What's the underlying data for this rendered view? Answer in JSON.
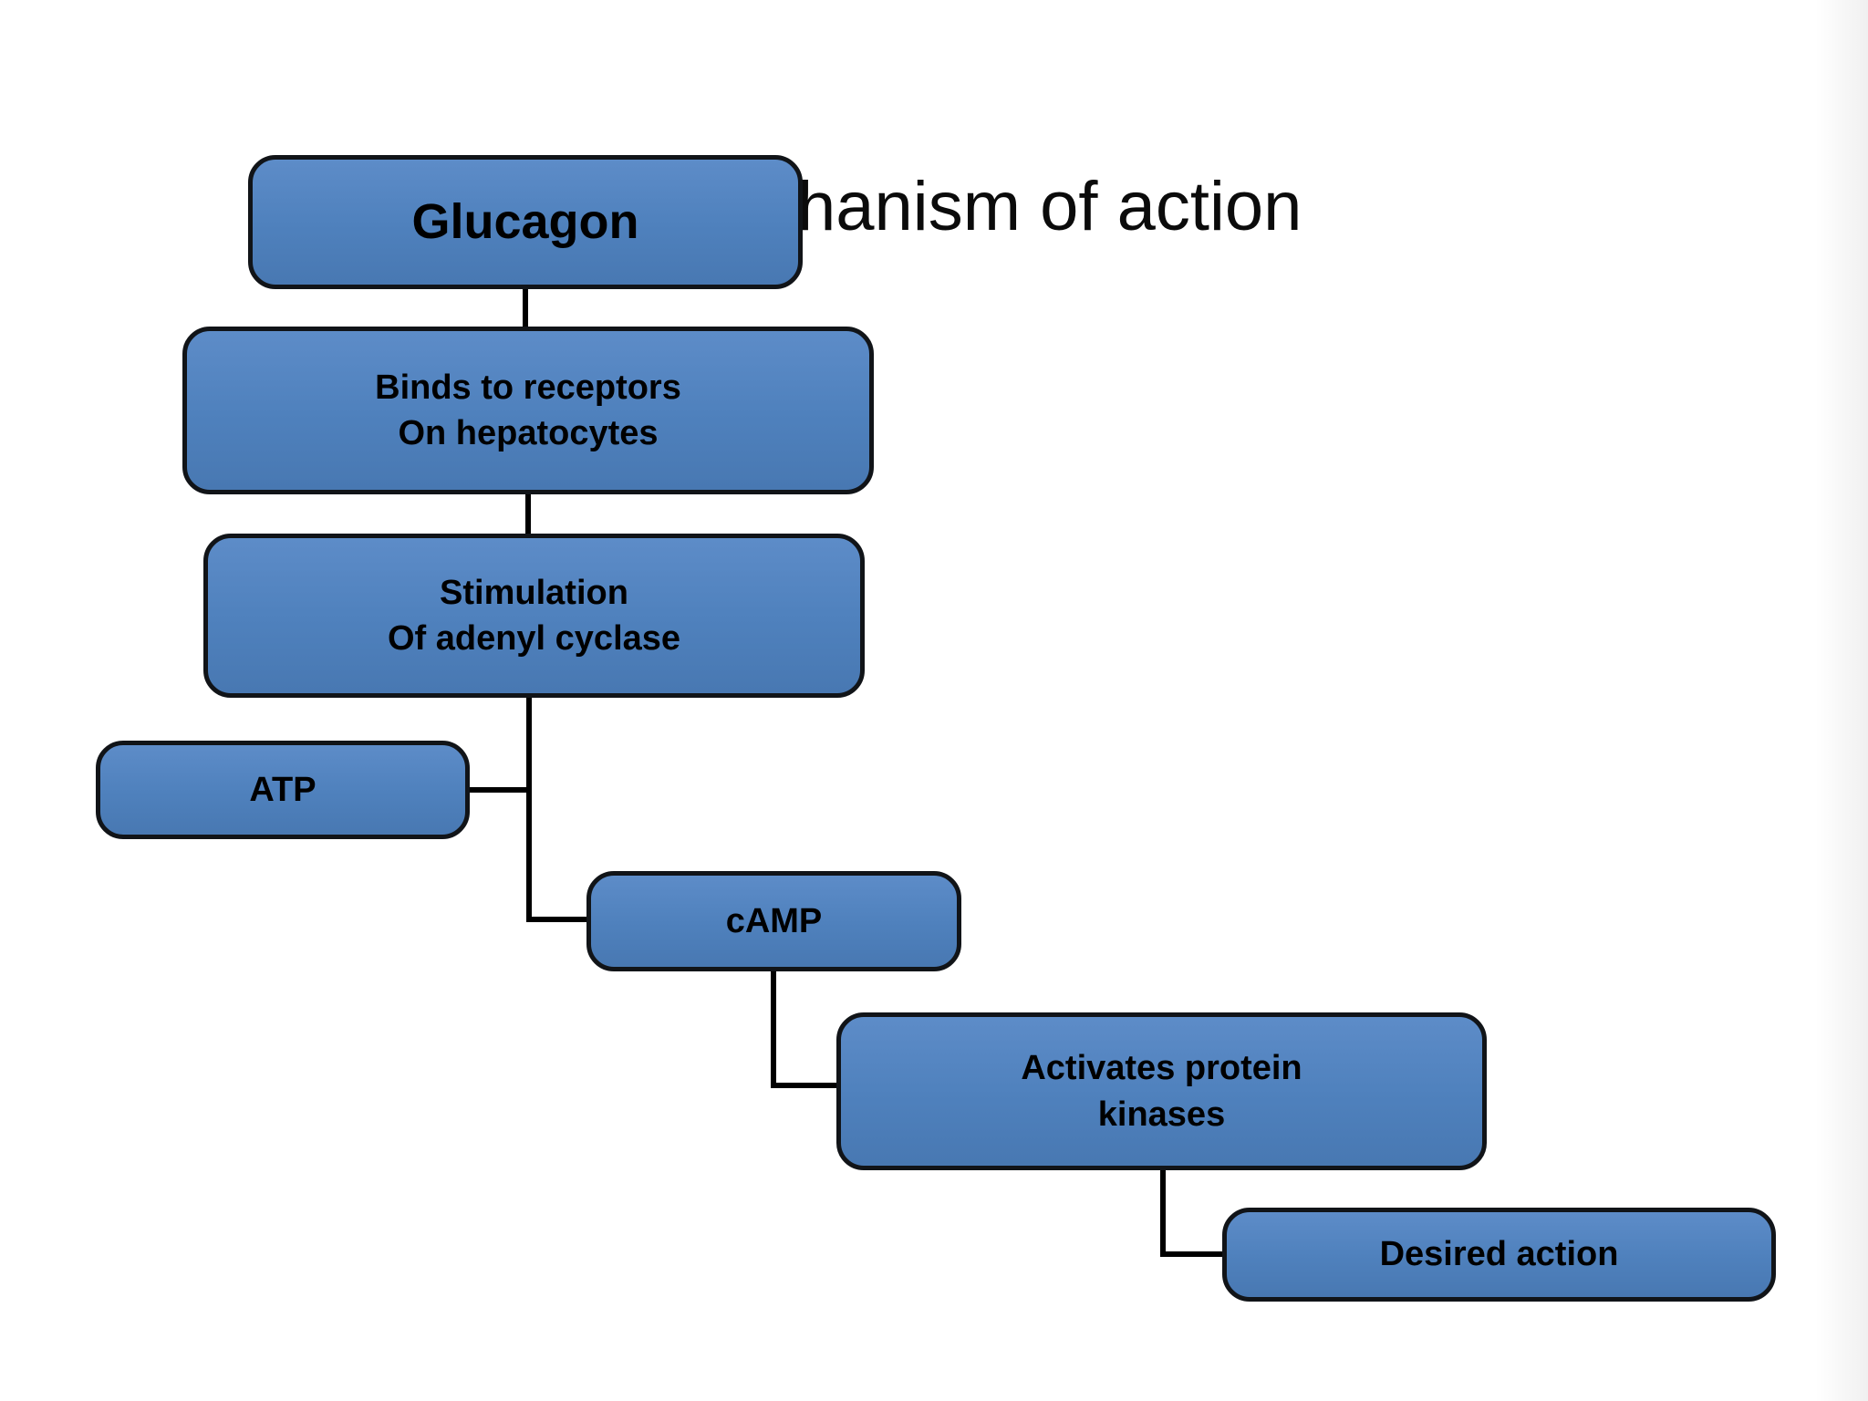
{
  "slide": {
    "title_visible_text": "hanism of action",
    "background_color": "#ffffff",
    "title_color": "#0b0b0b"
  },
  "flowchart": {
    "box_fill": "#4f81bd",
    "box_border": "#111418",
    "connector_color": "#000000",
    "text_color": "#000000",
    "nodes": [
      {
        "id": "glucagon",
        "lines": [
          "Glucagon"
        ]
      },
      {
        "id": "binds",
        "lines": [
          "Binds to receptors",
          "On hepatocytes"
        ]
      },
      {
        "id": "stim",
        "lines": [
          "Stimulation",
          "Of adenyl cyclase"
        ]
      },
      {
        "id": "atp",
        "lines": [
          "ATP"
        ]
      },
      {
        "id": "camp",
        "lines": [
          "cAMP"
        ]
      },
      {
        "id": "activates",
        "lines": [
          "Activates protein",
          "kinases"
        ]
      },
      {
        "id": "desired",
        "lines": [
          "Desired action"
        ]
      }
    ]
  }
}
